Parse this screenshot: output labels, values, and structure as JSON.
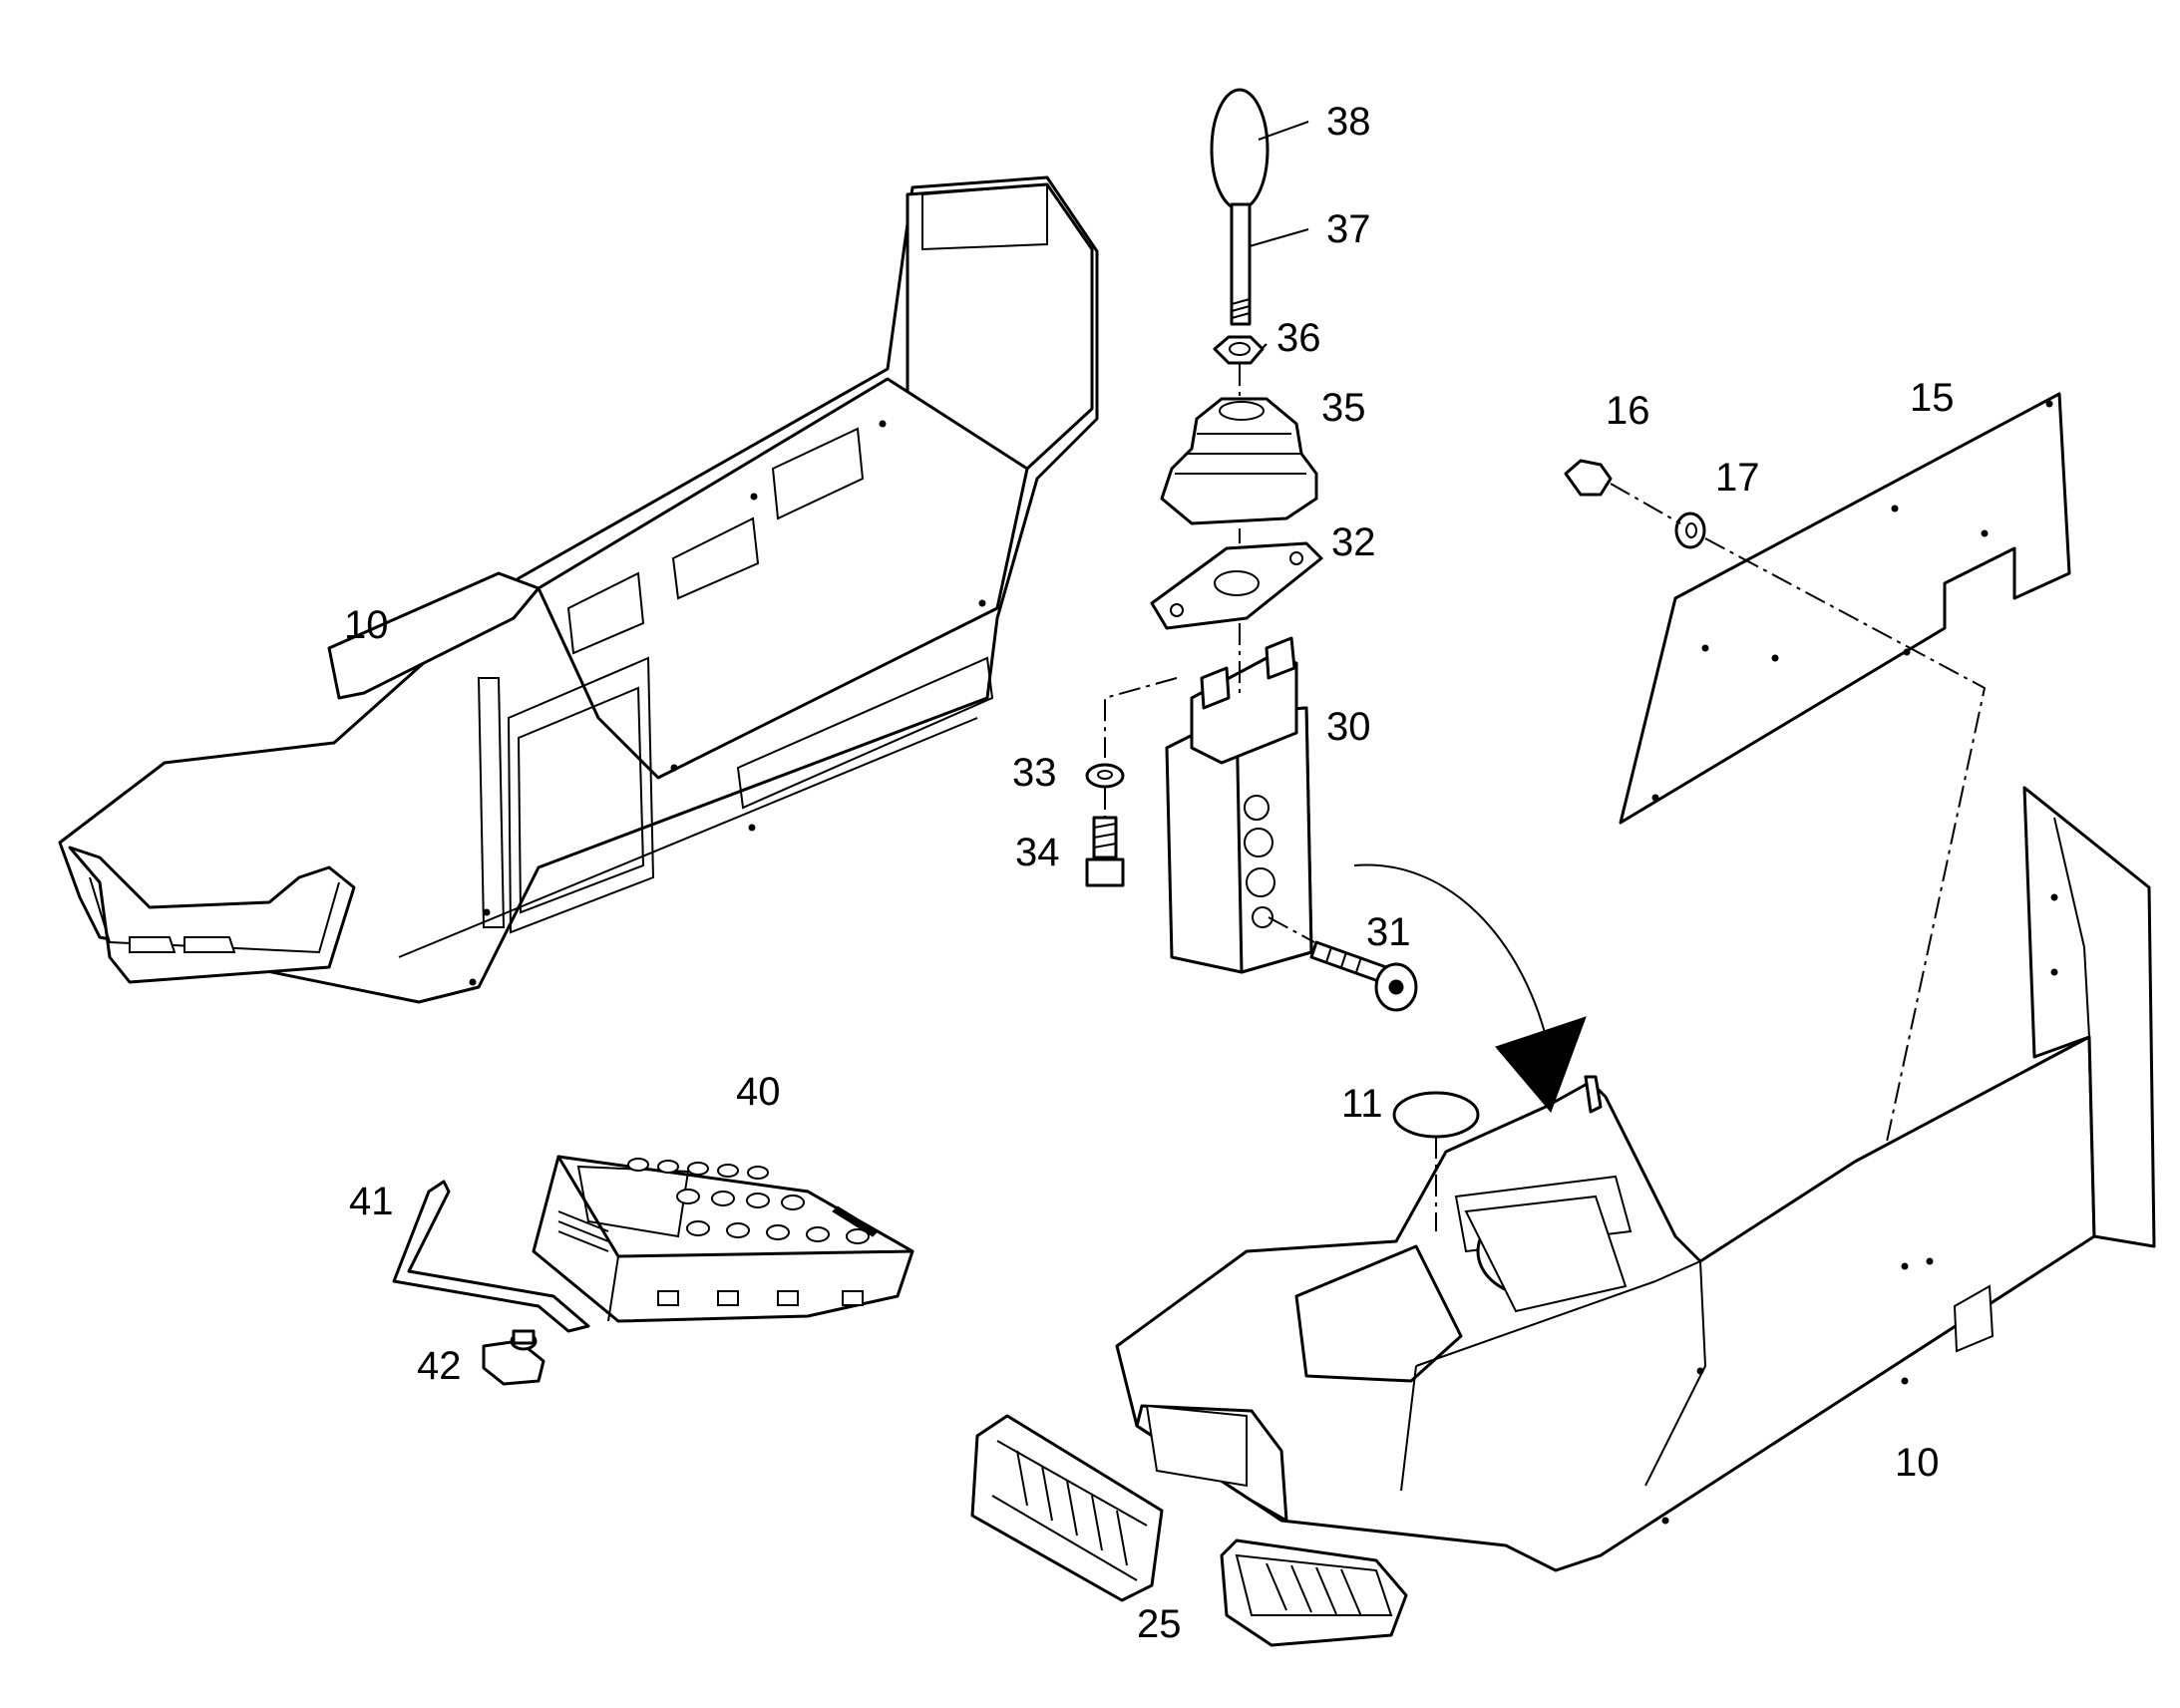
{
  "callouts": {
    "p10_left": "10",
    "p38": "38",
    "p37": "37",
    "p36": "36",
    "p35": "35",
    "p32": "32",
    "p30": "30",
    "p33": "33",
    "p34": "34",
    "p31": "31",
    "p16": "16",
    "p15": "15",
    "p17": "17",
    "p40": "40",
    "p41": "41",
    "p42": "42",
    "p11": "11",
    "p10_right": "10",
    "p25": "25"
  },
  "colors": {
    "line": "#000000",
    "background": "#ffffff"
  }
}
